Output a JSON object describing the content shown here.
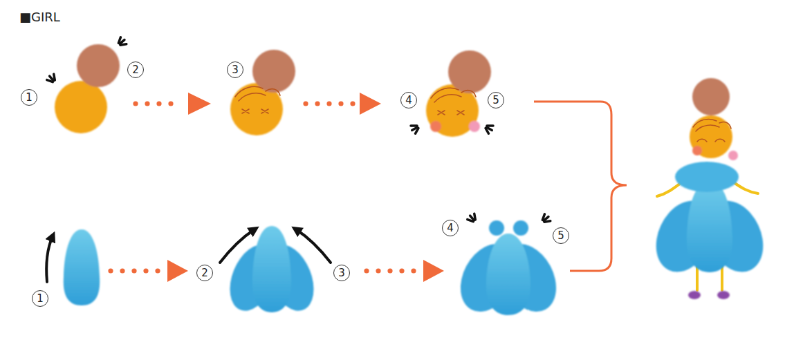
{
  "diagram": {
    "title": "■GIRL",
    "labels": [
      "1",
      "2",
      "3",
      "4",
      "5",
      "1",
      "2",
      "3",
      "4",
      "5"
    ]
  }
}
